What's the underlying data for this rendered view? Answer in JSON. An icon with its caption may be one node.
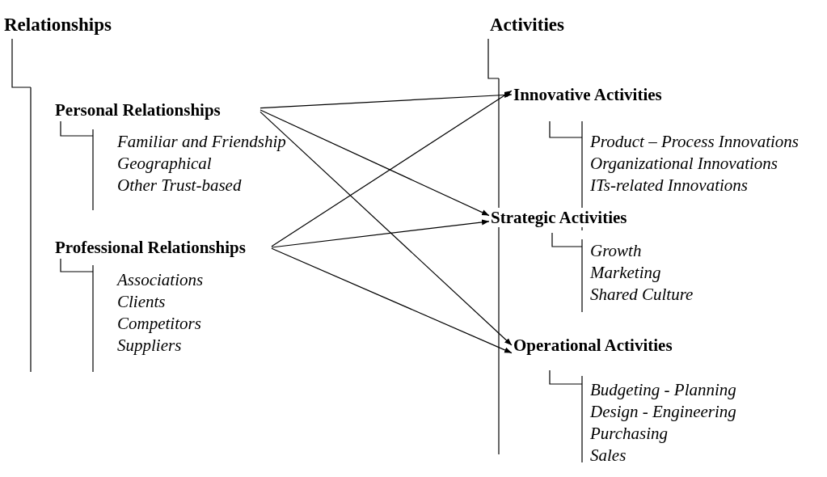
{
  "diagram": {
    "nodes": [
      {
        "text": [
          "Personal Relationships"
        ]
      },
      {
        "text": [
          "Professional Relationships"
        ]
      },
      {
        "text": [
          "Innovative Activities"
        ]
      },
      {
        "text": [
          "Strategic Activities"
        ]
      },
      {
        "text": [
          "Operational Activities"
        ]
      }
    ],
    "edges": [
      {
        "from": 0,
        "to": 2,
        "arrow": "to"
      },
      {
        "from": 0,
        "to": 3,
        "arrow": "to"
      },
      {
        "from": 0,
        "to": 4,
        "arrow": "to"
      },
      {
        "from": 1,
        "to": 2,
        "arrow": "to"
      },
      {
        "from": 1,
        "to": 3,
        "arrow": "to"
      },
      {
        "from": 1,
        "to": 4,
        "arrow": "to"
      }
    ],
    "labels": [
      "Relationships",
      "Familiar and Friendship",
      "Geographical",
      "Other Trust-based",
      "Associations",
      "Clients",
      "Competitors",
      "Suppliers",
      "Activities",
      "Product – Process Innovations",
      "Organizational Innovations",
      "ITs-related Innovations",
      "Growth",
      "Marketing",
      "Shared Culture",
      "Budgeting - Planning",
      "Design - Engineering",
      "Purchasing",
      "Sales"
    ]
  }
}
